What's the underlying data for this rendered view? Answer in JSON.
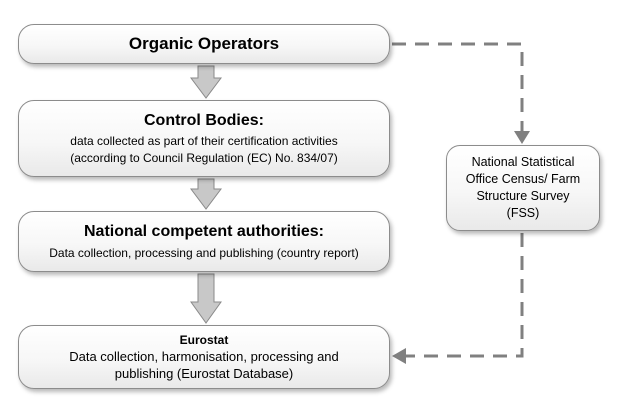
{
  "diagram": {
    "nodes": {
      "organic_operators": {
        "title": "Organic Operators"
      },
      "control_bodies": {
        "title": "Control Bodies:",
        "line1": "data collected as part of their certification activities",
        "line2": "(according to Council Regulation (EC) No. 834/07)"
      },
      "national_authorities": {
        "title": "National competent authorities:",
        "line1": "Data collection, processing and publishing (country report)"
      },
      "eurostat": {
        "title": "Eurostat",
        "line1": "Data collection, harmonisation, processing and",
        "line2": "publishing (Eurostat Database)"
      },
      "national_statistical_office": {
        "line1": "National Statistical",
        "line2": "Office Census/ Farm",
        "line3": "Structure Survey",
        "line4": "(FSS)"
      }
    },
    "colors": {
      "box_border": "#8c8c8c",
      "arrow_fill": "#c8c8c8",
      "arrow_stroke": "#8a8a8a",
      "dashed_line": "#808080"
    }
  }
}
